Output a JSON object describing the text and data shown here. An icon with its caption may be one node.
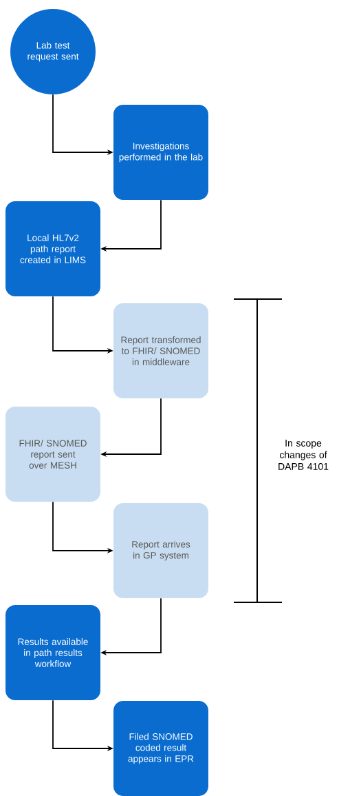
{
  "diagram": {
    "nodes": [
      {
        "text": [
          "Lab test request sent"
        ]
      },
      {
        "text": [
          "Investigations performed in the lab"
        ]
      },
      {
        "text": [
          "Local HL7v2 path report created in LIMS"
        ]
      },
      {
        "text": [
          "Report transformed to FHIR/ SNOMED in middleware"
        ]
      },
      {
        "text": [
          "FHIR/ SNOMED report sent over MESH"
        ]
      },
      {
        "text": [
          "Report arrives in GP system"
        ]
      },
      {
        "text": [
          "Results available in path results workflow"
        ]
      },
      {
        "text": [
          "Filed SNOMED coded result appears in EPR"
        ]
      }
    ],
    "edges": [
      {
        "from": 0,
        "to": 1,
        "arrow": "to"
      },
      {
        "from": 1,
        "to": 2,
        "arrow": "to"
      },
      {
        "from": 2,
        "to": 3,
        "arrow": "to"
      },
      {
        "from": 3,
        "to": 4,
        "arrow": "to"
      },
      {
        "from": 4,
        "to": 5,
        "arrow": "to"
      },
      {
        "from": 5,
        "to": 6,
        "arrow": "to"
      },
      {
        "from": 6,
        "to": 7,
        "arrow": "to"
      }
    ],
    "labels": [
      "In scope changes of DAPB 4101"
    ]
  }
}
